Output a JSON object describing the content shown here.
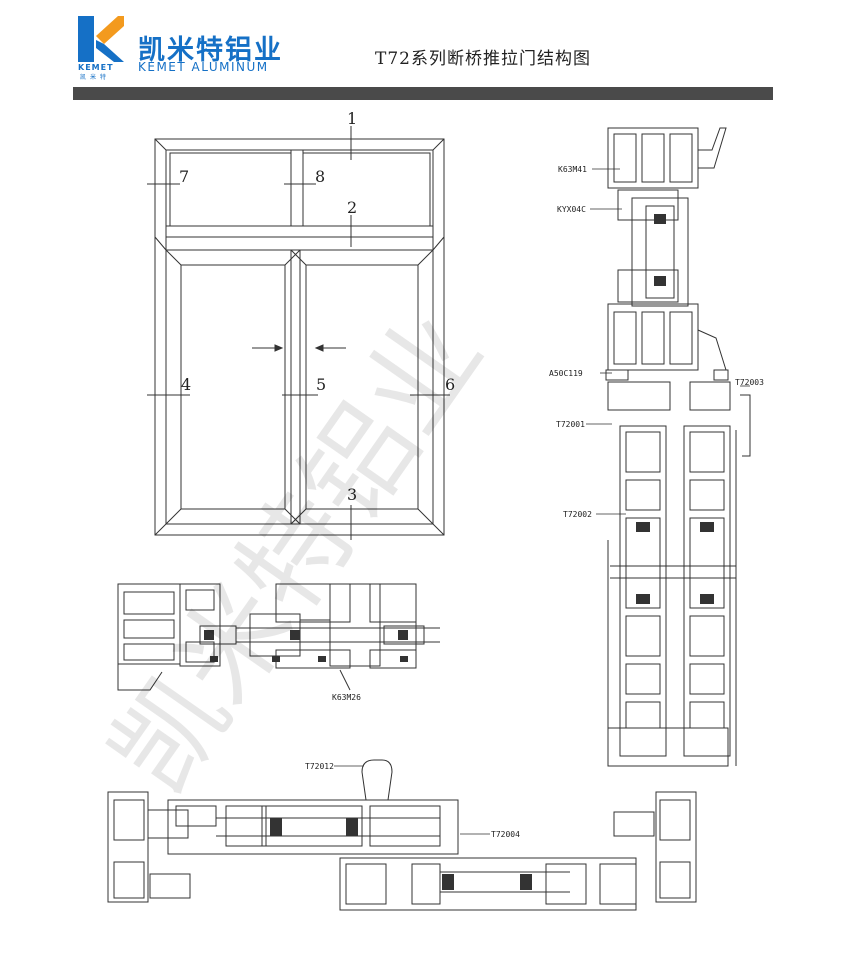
{
  "header": {
    "logo_en": "KEMET",
    "logo_cn_small": "凯米特",
    "brand_cn": "凯米特铝业",
    "brand_en": "KEMET ALUMINUM",
    "title": "T72系列断桥推拉门结构图"
  },
  "colors": {
    "brand_blue": "#1570c6",
    "logo_orange": "#f39a1e",
    "bar": "#4a4a4a"
  },
  "elevation": {
    "labels": [
      "1",
      "2",
      "3",
      "4",
      "5",
      "6",
      "7",
      "8"
    ]
  },
  "profiles": {
    "bottom_section": "K63M26",
    "right_top": "K63M41",
    "right_seal": "KYX04C",
    "right_mid": "A50C119",
    "right_t1": "T72001",
    "right_t3": "T72003",
    "right_t2": "T72002",
    "handle": "T72012",
    "interlock": "T72004"
  },
  "watermark": "凯米特铝业"
}
